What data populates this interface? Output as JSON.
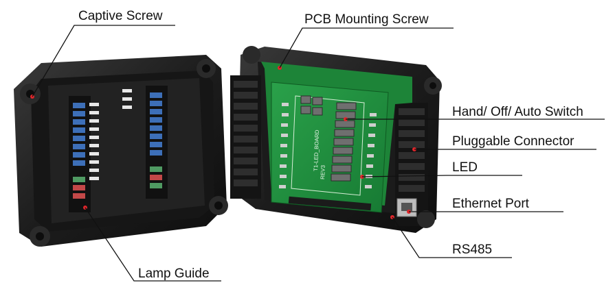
{
  "labels": {
    "captive_screw": "Captive Screw",
    "pcb_mounting_screw": "PCB Mounting Screw",
    "hand_off_auto_switch": "Hand/ Off/ Auto Switch",
    "pluggable_connector": "Pluggable Connector",
    "led": "LED",
    "ethernet_port": "Ethernet Port",
    "rs485": "RS485",
    "lamp_guide": "Lamp Guide"
  },
  "board_silkscreen": {
    "led_board": "T1-LED_BOARD",
    "rev": "REV3"
  },
  "colors": {
    "housing": "#1c1c1c",
    "pcb": "#1f8a3c",
    "marker": "#e0262b",
    "leader_line": "#111111"
  }
}
